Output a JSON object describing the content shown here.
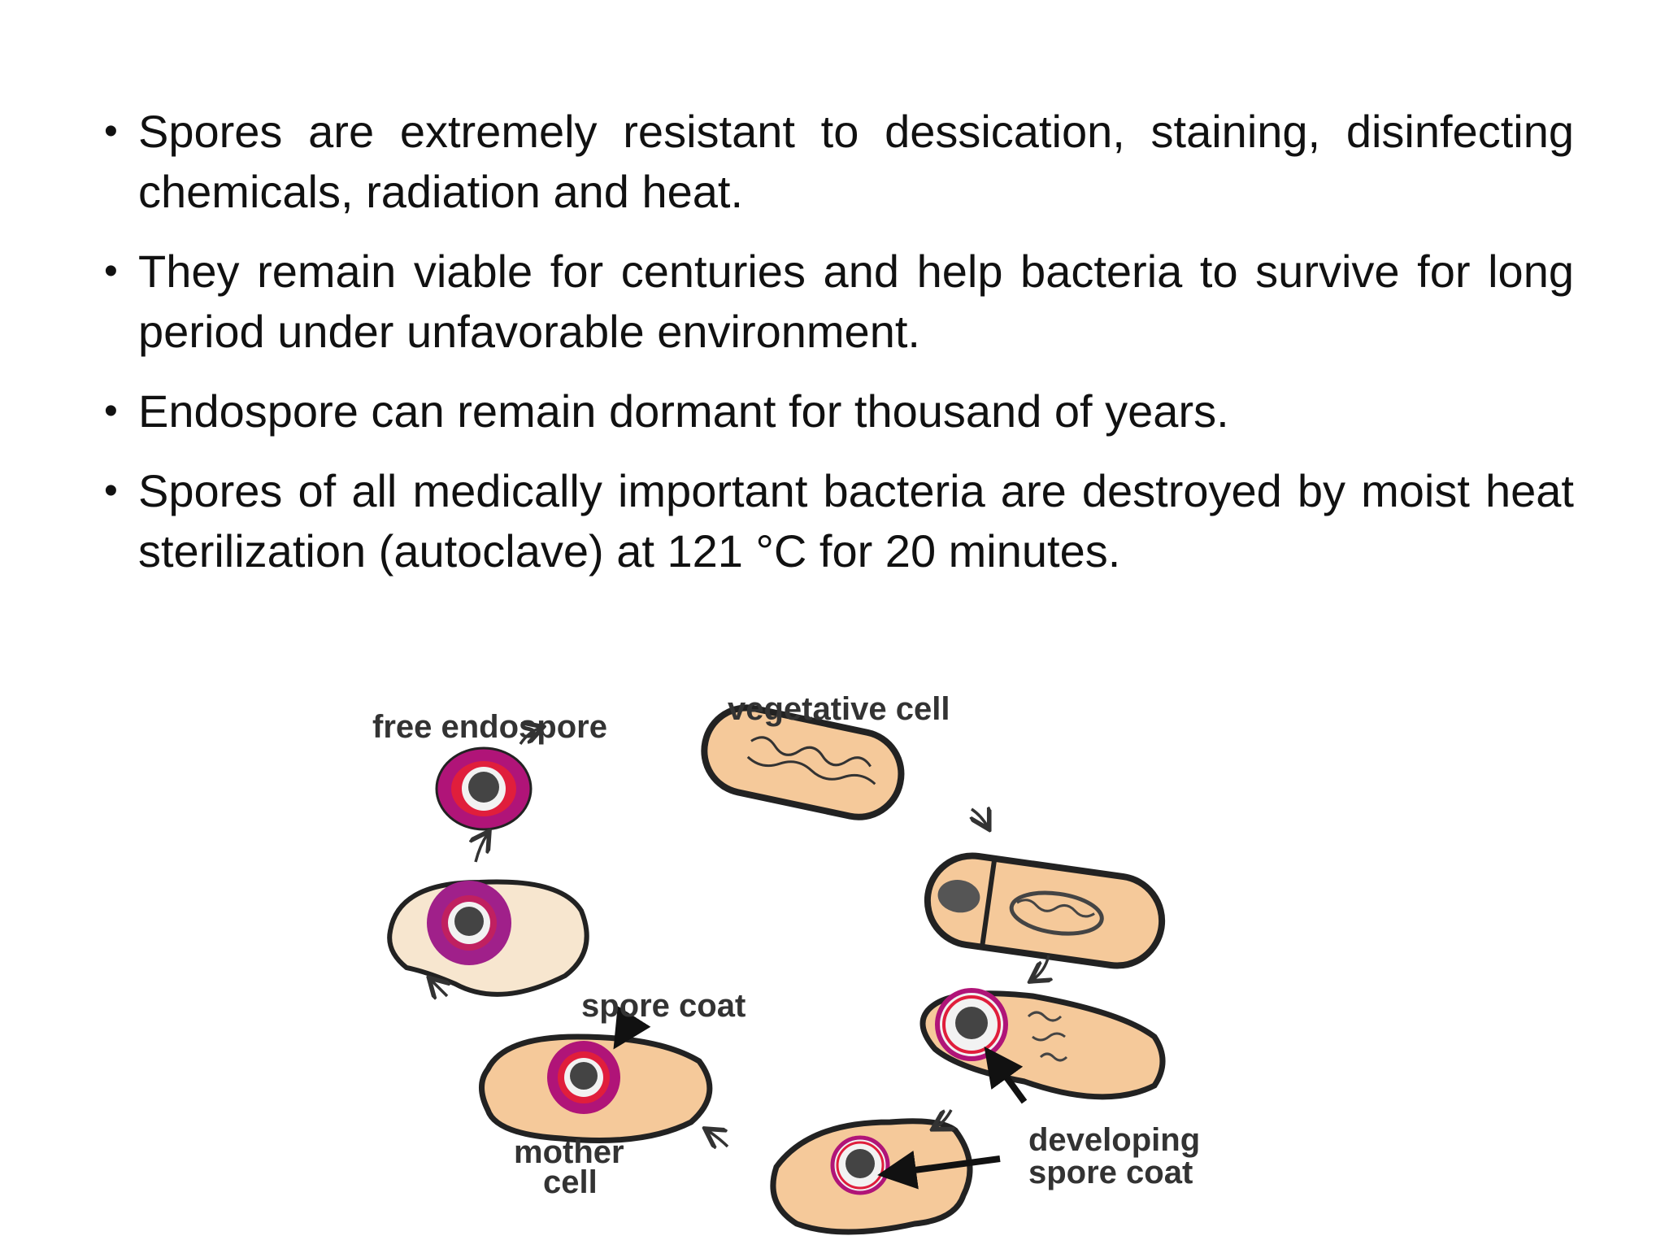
{
  "bullets": [
    "Spores are extremely resistant to dessication, staining, disinfecting chemicals, radiation and heat.",
    "They remain viable for centuries and help bacteria to survive for long period under unfavorable environment.",
    "Endospore can remain dormant for thousand of years.",
    "Spores of all medically important bacteria are destroyed by moist heat sterilization (autoclave) at 121 °C for 20 minutes."
  ],
  "bullet_symbol": "•",
  "diagram": {
    "labels": {
      "free_endospore": "free endospore",
      "vegetative_cell": "vegetative cell",
      "spore_coat": "spore coat",
      "mother_cell_line1": "mother",
      "mother_cell_line2": "cell",
      "developing_line1": "developing",
      "developing_line2": "spore coat"
    },
    "colors": {
      "cell_fill": "#f5c99a",
      "outline": "#222222",
      "spore_magenta": "#b01478",
      "spore_red": "#e01e3c",
      "spore_inner": "#f2f2f2",
      "core": "#444444"
    }
  }
}
